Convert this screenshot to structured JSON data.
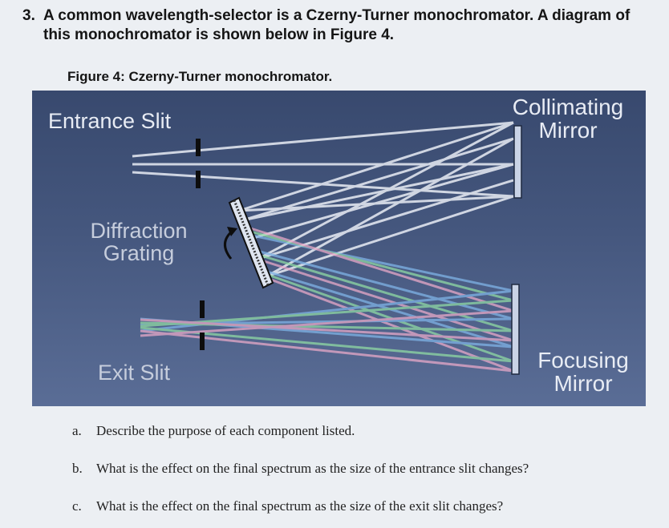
{
  "question": {
    "number": "3.",
    "text": "A common wavelength-selector is a Czerny-Turner monochromator. A diagram of this monochromator is shown below in Figure 4."
  },
  "figure": {
    "caption": "Figure 4: Czerny-Turner monochromator.",
    "labels": {
      "entrance_slit": "Entrance Slit",
      "collimating_mirror_line1": "Collimating",
      "collimating_mirror_line2": "Mirror",
      "diffraction_grating_line1": "Diffraction",
      "diffraction_grating_line2": "Grating",
      "exit_slit": "Exit Slit",
      "focusing_mirror_line1": "Focusing",
      "focusing_mirror_line2": "Mirror"
    },
    "colors": {
      "background": "#3f5078",
      "white_beam": "#e9edf5",
      "blue_beam": "#7fb3e6",
      "green_beam": "#8fd9a4",
      "pink_beam": "#e7a9c8",
      "mirror": "#c9d3e6"
    }
  },
  "sub_questions": [
    {
      "letter": "a.",
      "text": "Describe the purpose of each component listed."
    },
    {
      "letter": "b.",
      "text": "What is the effect on the final spectrum as the size of the entrance slit changes?"
    },
    {
      "letter": "c.",
      "text": "What is the effect on the final spectrum as the size of the exit slit changes?"
    }
  ]
}
